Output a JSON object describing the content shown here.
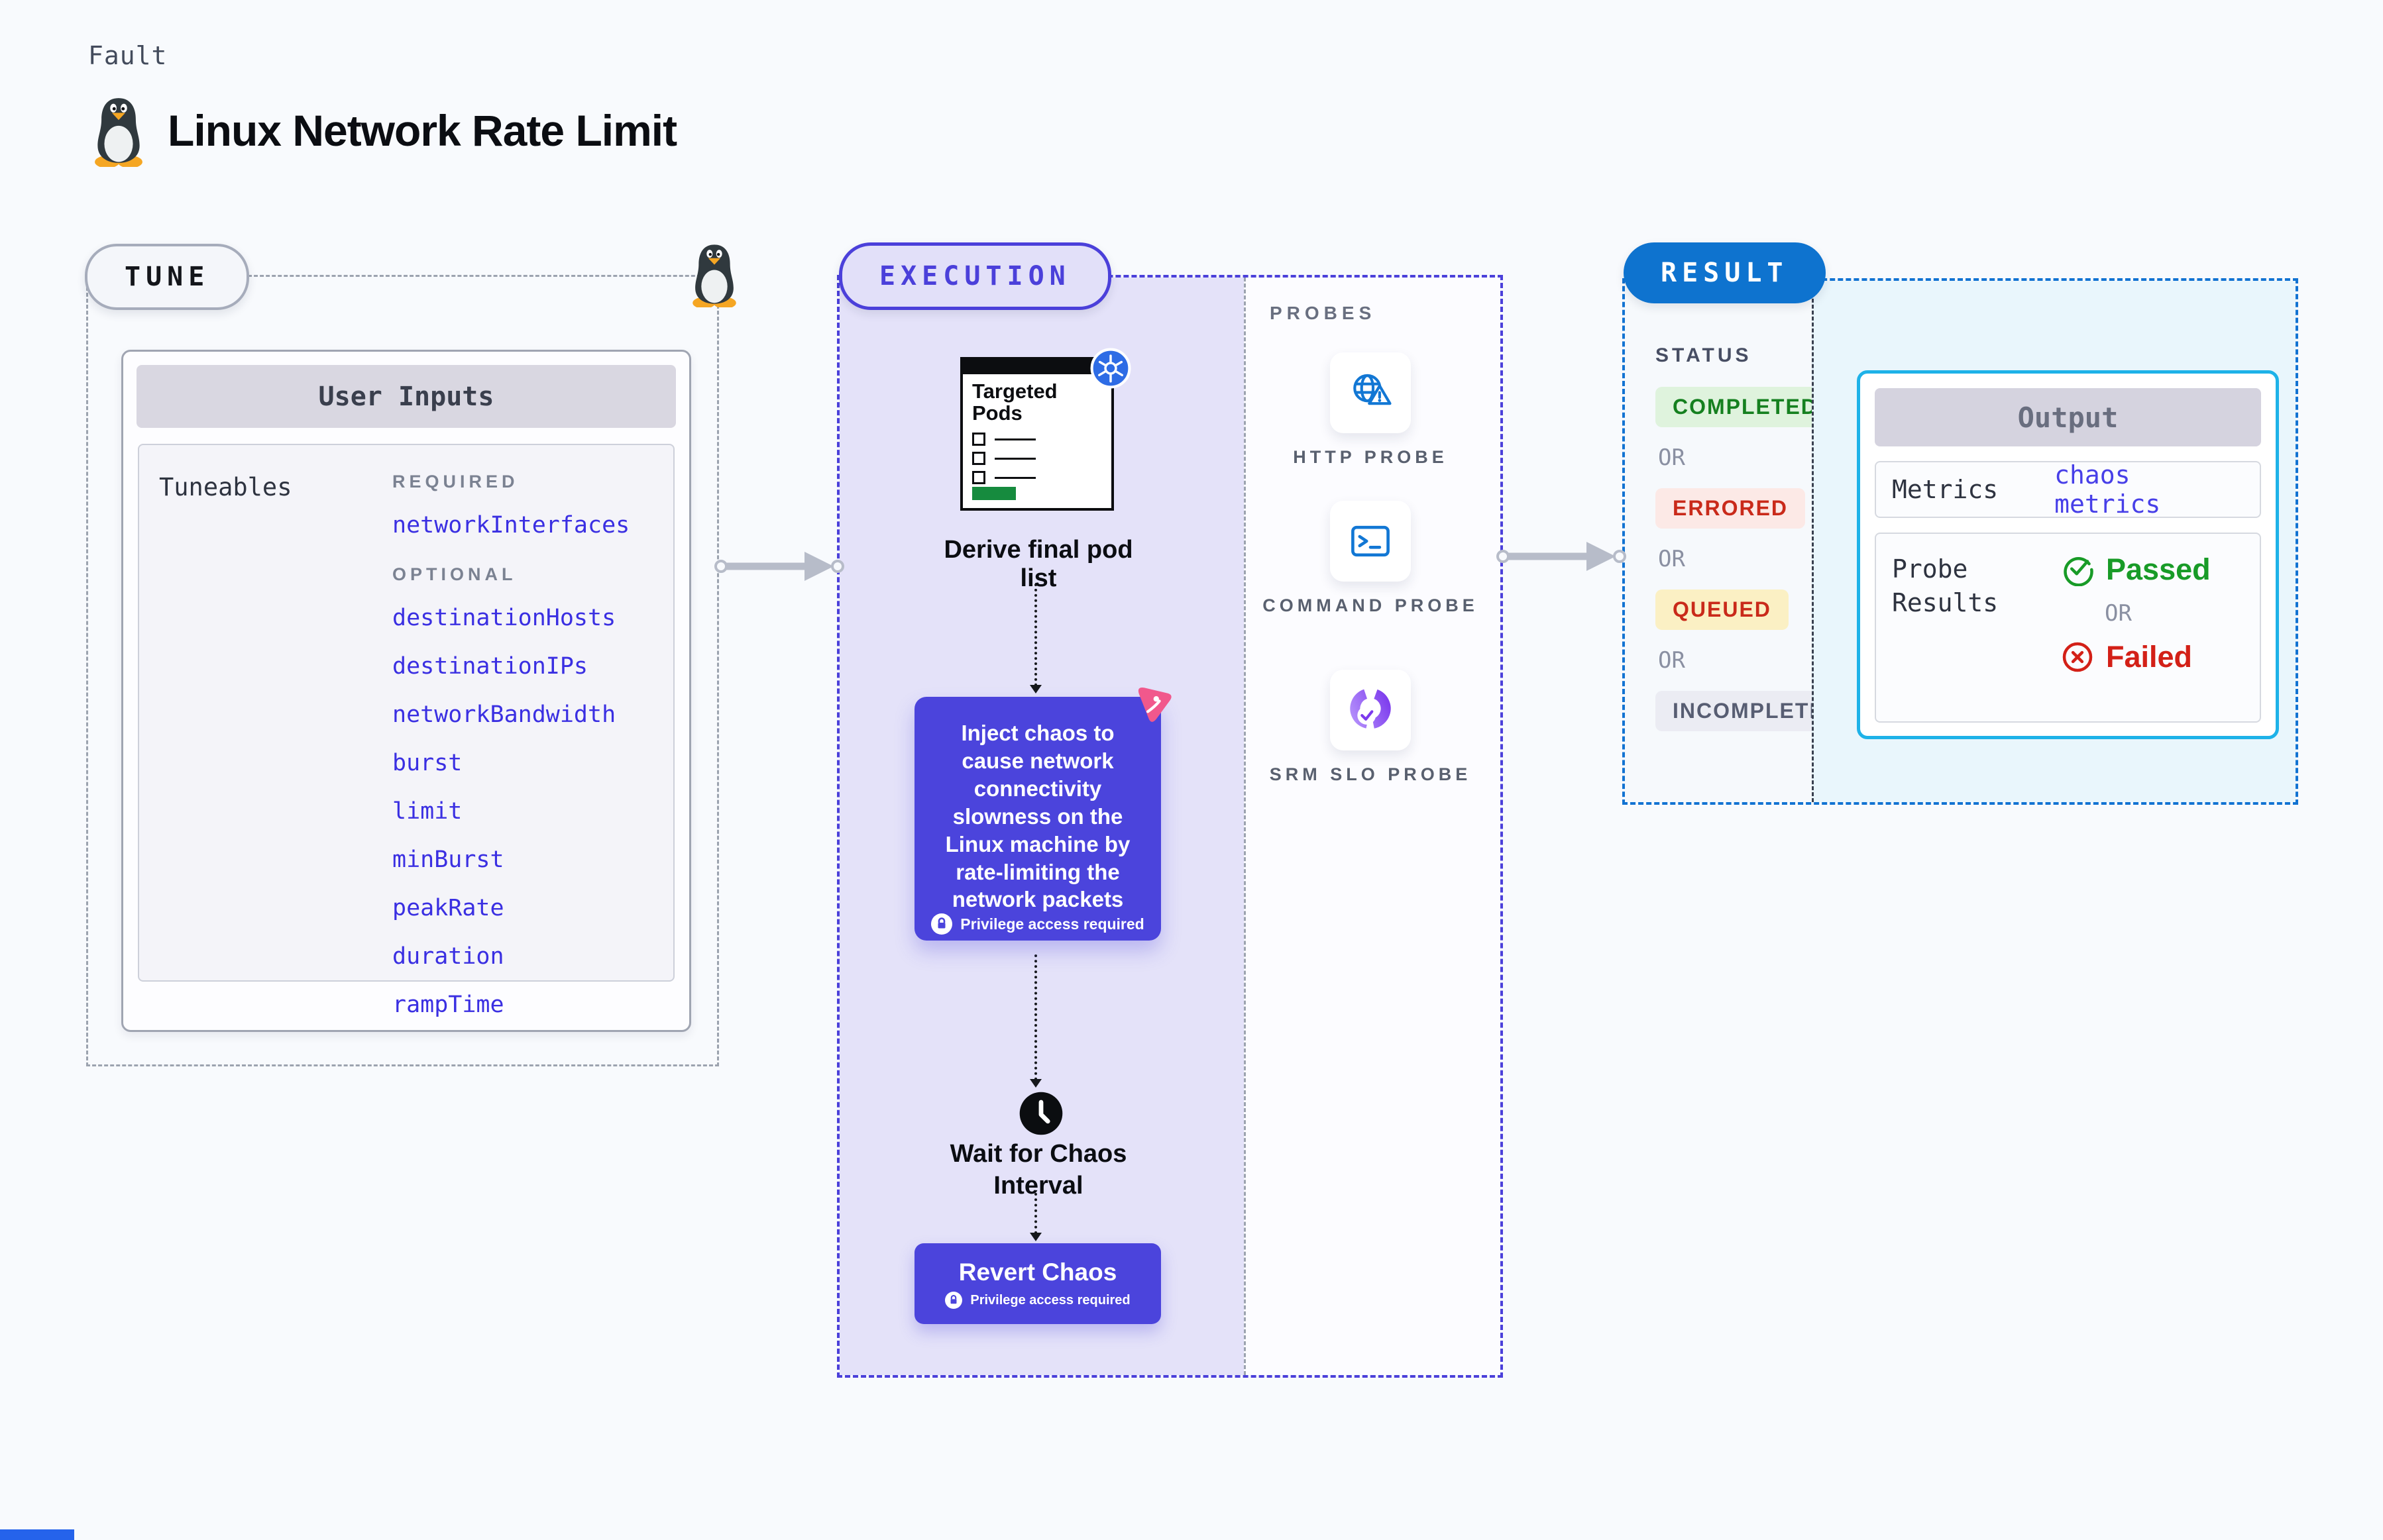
{
  "page": {
    "kind_label": "Fault",
    "title": "Linux Network Rate Limit"
  },
  "tune": {
    "badge": "TUNE",
    "card_title": "User Inputs",
    "tuneables_label": "Tuneables",
    "required_label": "REQUIRED",
    "optional_label": "OPTIONAL",
    "required": [
      "networkInterfaces"
    ],
    "optional": [
      "destinationHosts",
      "destinationIPs",
      "networkBandwidth",
      "burst",
      "limit",
      "minBurst",
      "peakRate",
      "duration",
      "rampTime"
    ]
  },
  "execution": {
    "badge": "EXECUTION",
    "targeted_pods_title": "Targeted Pods",
    "derive_caption": "Derive final pod list",
    "inject_text": "Inject chaos to cause network connectivity slowness on the Linux machine by rate-limiting the network packets",
    "privilege_label": "Privilege access required",
    "wait_caption": "Wait for Chaos Interval",
    "revert_title": "Revert Chaos"
  },
  "probes": {
    "label": "PROBES",
    "items": [
      {
        "icon": "http-probe-icon",
        "label": "HTTP PROBE"
      },
      {
        "icon": "command-probe-icon",
        "label": "COMMAND PROBE"
      },
      {
        "icon": "srm-slo-probe-icon",
        "label": "SRM SLO PROBE"
      }
    ]
  },
  "result": {
    "badge": "RESULT",
    "status_label": "STATUS",
    "or_label": "OR",
    "statuses": [
      "COMPLETED",
      "ERRORED",
      "QUEUED",
      "INCOMPLETED"
    ],
    "output": {
      "title": "Output",
      "metrics_label": "Metrics",
      "metrics_value": "chaos metrics",
      "probe_results_label": "Probe Results",
      "passed_label": "Passed",
      "failed_label": "Failed"
    }
  },
  "colors": {
    "accent_indigo": "#4B44DC",
    "link_blue": "#3A2FE2",
    "result_blue": "#0E73CF",
    "output_border_cyan": "#1EB2E8",
    "passed_green": "#189B27",
    "failed_red": "#D32017",
    "completed_green": "#15801F",
    "errored_red": "#C92A1A",
    "queued_yellow_bg": "#FBF0C4",
    "kubernetes_blue": "#2E6CE5",
    "chaos_pink": "#F1588C",
    "probe_icon_blue": "#1277D4"
  }
}
